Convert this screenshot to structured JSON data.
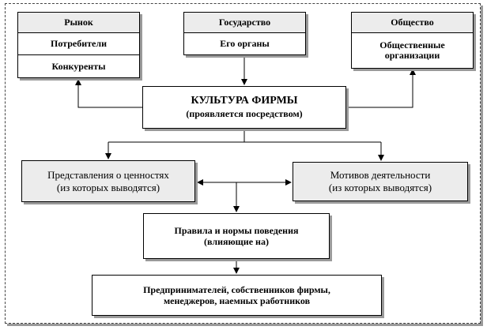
{
  "market": {
    "title": "Рынок",
    "consumers": "Потребители",
    "competitors": "Конкуренты"
  },
  "state": {
    "title": "Государство",
    "organs": "Его органы"
  },
  "society": {
    "title": "Общество",
    "organizations": "Общественные организации"
  },
  "culture": {
    "line1": "КУЛЬТУРА ФИРМЫ",
    "line2": "(проявляется посредством)"
  },
  "values": {
    "line1": "Представления  о ценностях",
    "line2": "(из которых выводятся)"
  },
  "motives": {
    "line1": "Мотивов деятельности",
    "line2": "(из которых выводятся)"
  },
  "rules": {
    "line1": "Правила и нормы поведения",
    "line2": "(влияющие на)"
  },
  "people": {
    "line1": "Предпринимателей, собственников фирмы,",
    "line2": "менеджеров, наемных работников"
  }
}
